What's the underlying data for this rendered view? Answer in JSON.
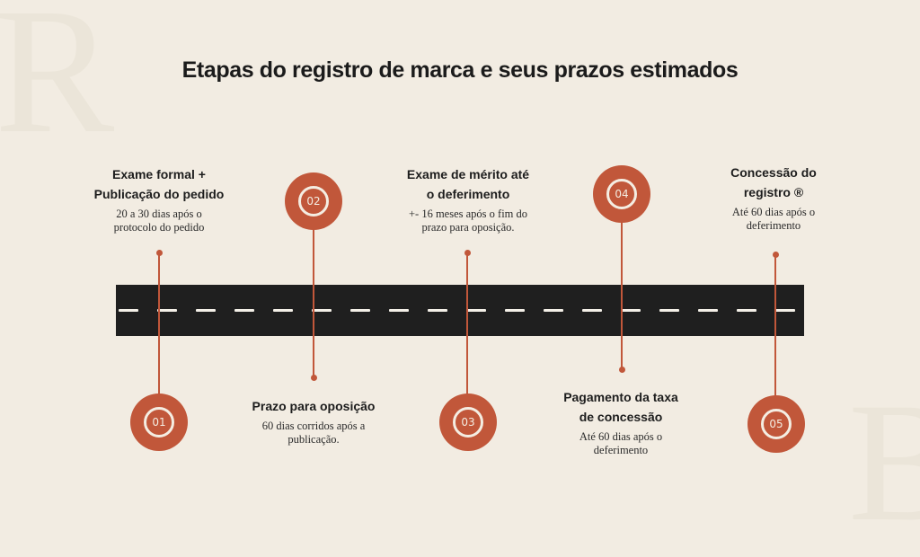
{
  "title": "Etapas do registro de marca e seus prazos estimados",
  "watermarks": {
    "top_left": "R",
    "bottom_right": "B"
  },
  "colors": {
    "accent": "#c1573a",
    "background": "#f2ece2",
    "road": "#1f1f1f",
    "road_dash": "#f3efe7",
    "text": "#1d1d1d"
  },
  "steps": [
    {
      "number": "01",
      "title_line1": "Exame formal +",
      "title_line2": "Publicação do pedido",
      "desc_line1": "20 a 30 dias após o",
      "desc_line2": "protocolo do pedido",
      "position": "label-top, circle-bottom"
    },
    {
      "number": "02",
      "title_line1": "Prazo para oposição",
      "title_line2": "",
      "desc_line1": "60 dias corridos após a",
      "desc_line2": "publicação.",
      "position": "circle-top, label-bottom"
    },
    {
      "number": "03",
      "title_line1": "Exame de mérito até",
      "title_line2": "o deferimento",
      "desc_line1": "+- 16 meses após o fim do",
      "desc_line2": "prazo para oposição.",
      "position": "label-top, circle-bottom"
    },
    {
      "number": "04",
      "title_line1": "Pagamento da taxa",
      "title_line2": "de concessão",
      "desc_line1": "Até 60 dias após o",
      "desc_line2": "deferimento",
      "position": "circle-top, label-bottom"
    },
    {
      "number": "05",
      "title_line1": "Concessão do",
      "title_line2": "registro ®",
      "desc_line1": "Até 60 dias após o",
      "desc_line2": "deferimento",
      "position": "label-top, circle-bottom"
    }
  ]
}
